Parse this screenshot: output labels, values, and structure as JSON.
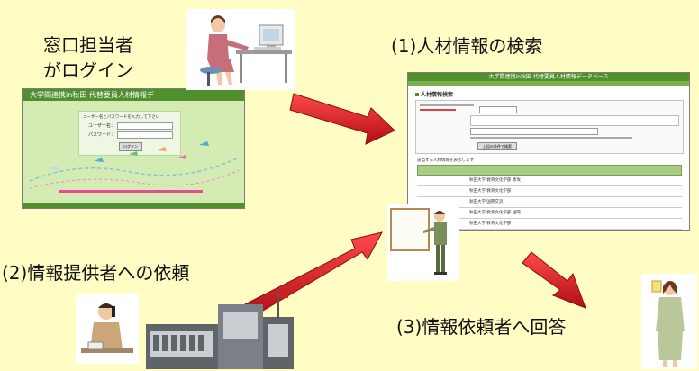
{
  "labels": {
    "login": [
      "窓口担当者",
      "がログイン"
    ],
    "step1": "(1)人材情報の検索",
    "step2": "(2)情報提供者への依頼",
    "step3": "(3)情報依頼者へ回答"
  },
  "login_screen": {
    "header": "大学間連携in秋田 代替要員人材情報デ",
    "prompt": "ユーザー名とパスワードを入力して下さい",
    "user_label": "ユーザー名：",
    "pass_label": "パスワード：",
    "button": "ログイン"
  },
  "search_screen": {
    "header": "大学間連携in秋田 代替要員人材情報データベース",
    "section": "人材情報検索",
    "search_button": "上記の条件で検索",
    "results_note": "該当する人材情報を表示します",
    "result_rows": [
      "秋田大学 教育文化学部 専攻",
      "秋田大学 教育文化学部",
      "秋田大学 国際交流",
      "秋田大学 教育文化学部 国際",
      "秋田大学 教育文化学部"
    ]
  },
  "colors": {
    "background": "#fffcc4",
    "arrow": "#d8141d",
    "login_bg": "#d4ecb4",
    "header_green": "#4f8f2d"
  }
}
